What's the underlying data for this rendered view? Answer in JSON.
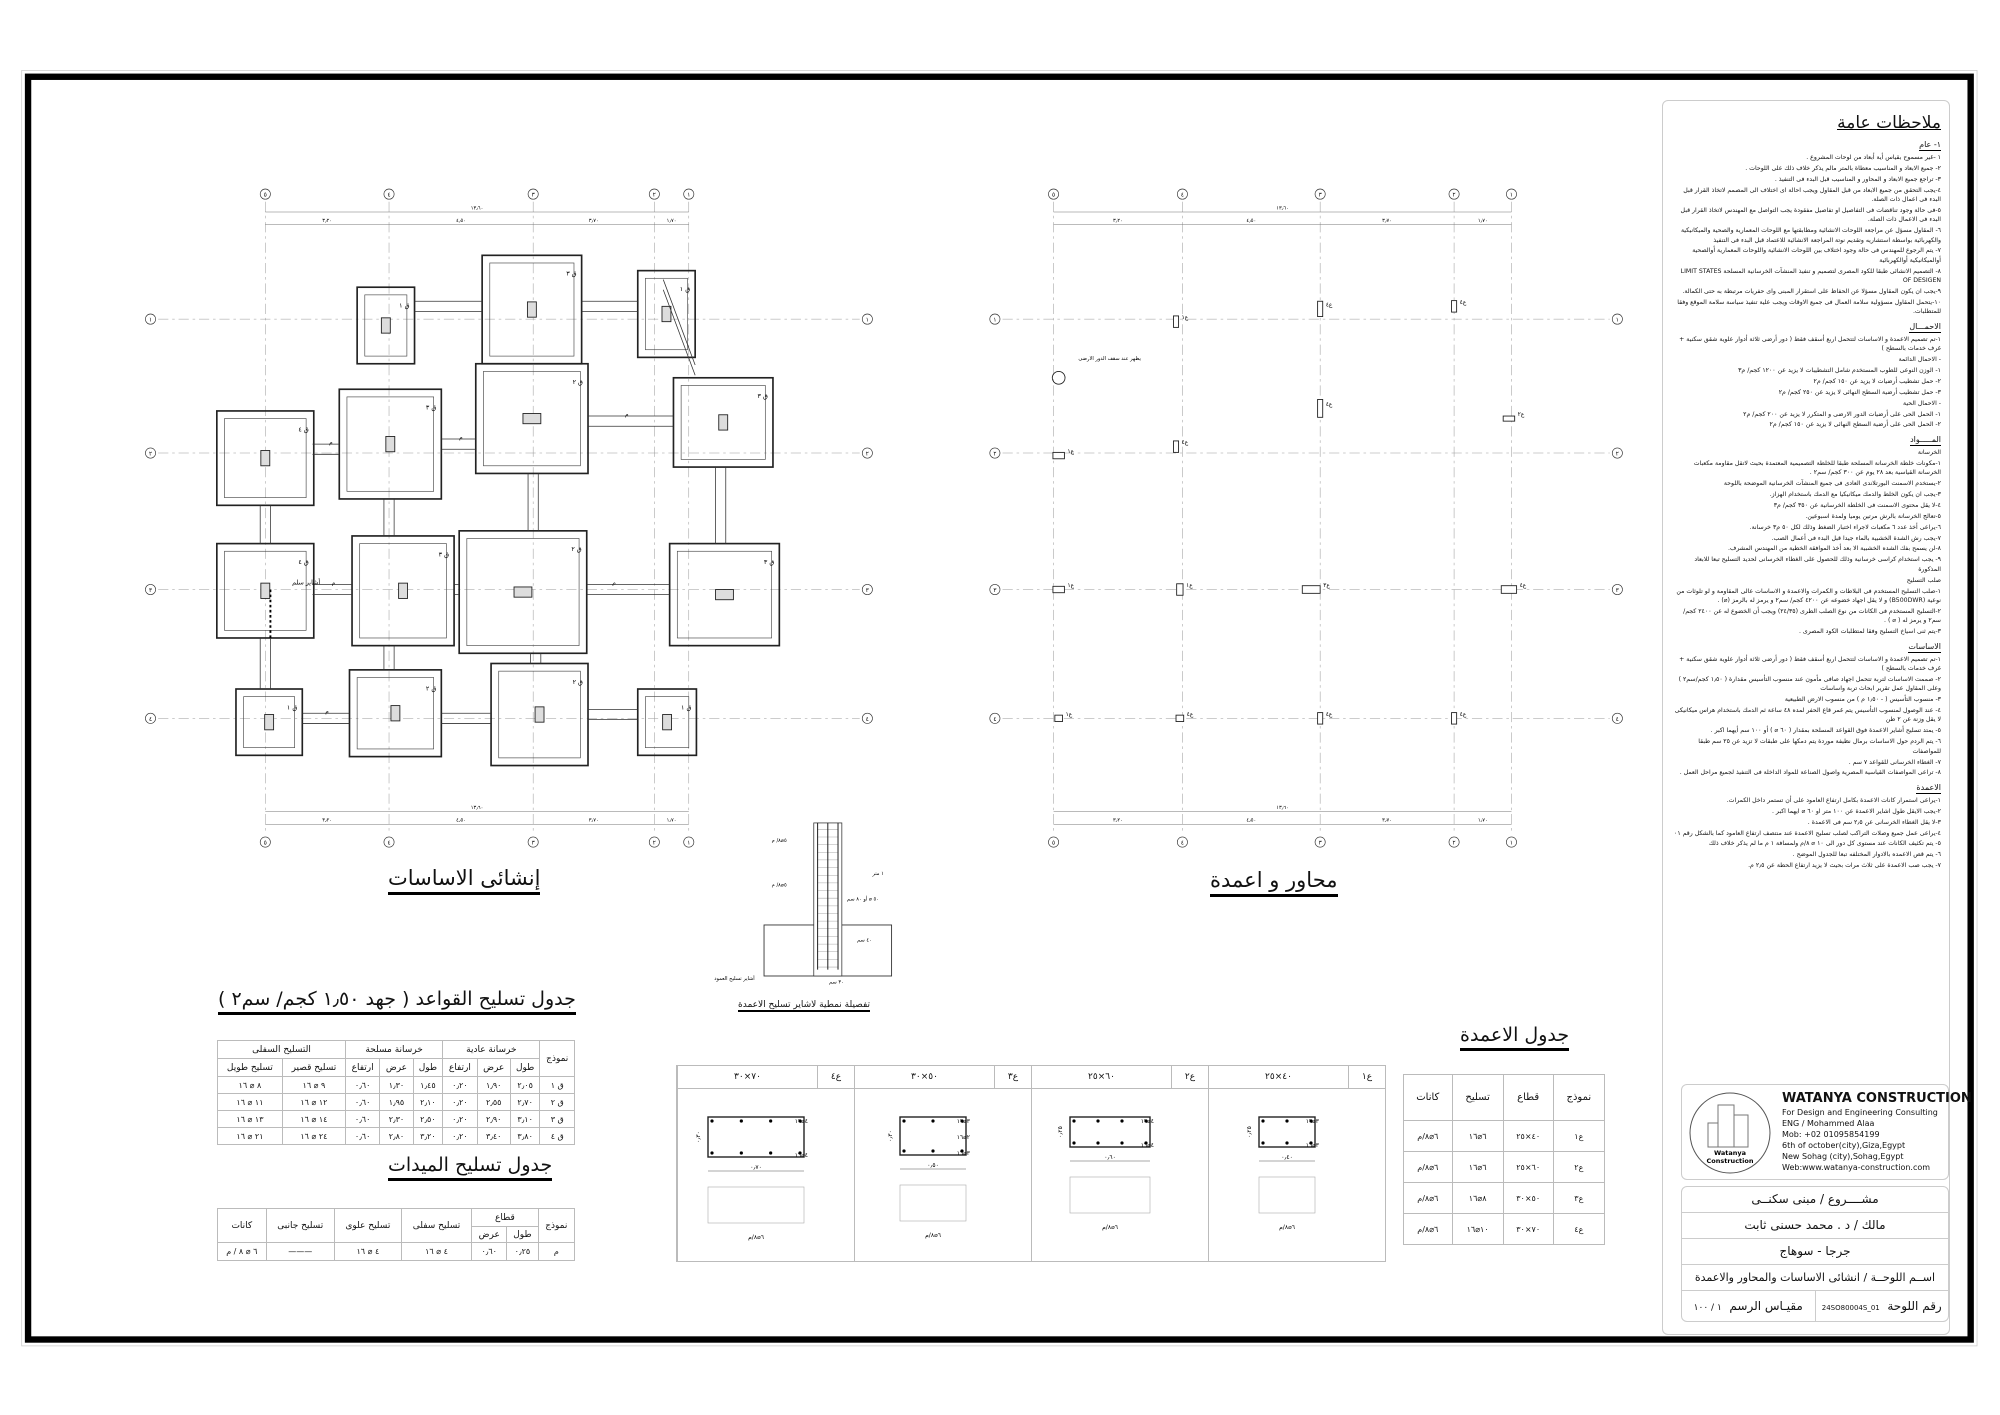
{
  "foundation_plan": {
    "title": "إنشائى الاساسات",
    "grid_x": [
      "٥",
      "٤",
      "٣",
      "٢",
      "١"
    ],
    "grid_y": [
      "١",
      "٢",
      "٣",
      "٤"
    ],
    "dim_total": "١٣٫٦٠",
    "dims": [
      "٣٫٢٠",
      "٤٫٥٠",
      "٣٫٧٠",
      "١٫٧٠"
    ],
    "footing_labels": [
      "ق ١",
      "ق ٣",
      "ق ١",
      "ق ٤",
      "ق ٣",
      "ق ٢",
      "ق ٣",
      "ق ٤",
      "ق ٣",
      "ق ٢",
      "ق ٣",
      "ق ١",
      "ق ٢",
      "ق ٢",
      "ق ١"
    ],
    "beam_label": "م",
    "stair_label": "أشاير سلم"
  },
  "column_plan": {
    "title": "محاور و اعمدة",
    "grid_x": [
      "٥",
      "٤",
      "٣",
      "٢",
      "١"
    ],
    "grid_y": [
      "١",
      "٢",
      "٣",
      "٤"
    ],
    "dim_total": "١٣٫٦٠",
    "dims": [
      "٣٫٢٠",
      "٤٫٥٠",
      "٣٫٧٠",
      "١٫٧٠"
    ],
    "column_labels": [
      "ع١",
      "ع٤",
      "ع٤",
      "ع٤",
      "ع٢",
      "ع١",
      "ع٤",
      "ع١",
      "ع١",
      "ع٣",
      "ع٤",
      "ع١",
      "ع٤",
      "ع٤",
      "ع٤",
      "ع٤"
    ],
    "note": "يظهر عند سقف الدور الارضى"
  },
  "dowel_detail": {
    "title": "تفصيلة نمطية لاشاير تسليح الاعمدة",
    "labels": [
      "٥⌀٨/ م",
      "٥⌀٨/ م",
      "٥٠ ⌀ أو ٨٠ سم",
      "١ متر",
      "٤٠ سم",
      "٣٠ سم",
      "أشاير تسليح العمود"
    ]
  },
  "footing_table": {
    "title": "جدول تسليح القواعد ( جهد ١٫٥٠ كجم/ سم٢ )",
    "group_headers": [
      "نموذج",
      "خرسانة عادية",
      "خرسانة مسلحة",
      "التسليح السفلى"
    ],
    "sub_headers": [
      "طول",
      "عرض",
      "ارتفاع",
      "طول",
      "عرض",
      "ارتفاع",
      "تسليح قصير",
      "تسليح طويل"
    ],
    "rows": [
      [
        "ق ١",
        "٢٫٠٥",
        "١٫٩٠",
        "٠٫٢٠",
        "١٫٤٥",
        "١٫٣٠",
        "٠٫٦٠",
        "٩ ⌀ ١٦",
        "٨ ⌀ ١٦"
      ],
      [
        "ق ٢",
        "٢٫٧٠",
        "٢٫٥٥",
        "٠٫٢٠",
        "٢٫١٠",
        "١٫٩٥",
        "٠٫٦٠",
        "١٢ ⌀ ١٦",
        "١١ ⌀ ١٦"
      ],
      [
        "ق ٣",
        "٣٫١٠",
        "٢٫٩٠",
        "٠٫٢٠",
        "٢٫٥٠",
        "٢٫٣٠",
        "٠٫٦٠",
        "١٤ ⌀ ١٦",
        "١٣ ⌀ ١٦"
      ],
      [
        "ق ٤",
        "٣٫٨٠",
        "٣٫٤٠",
        "٠٫٢٠",
        "٣٫٢٠",
        "٢٫٨٠",
        "٠٫٦٠",
        "٢٤ ⌀ ١٦",
        "٢١ ⌀ ١٦"
      ]
    ]
  },
  "tie_beam_table": {
    "title": "جدول تسليح الميدات",
    "headers": [
      "نموذج",
      "قطاع",
      "تسليح سفلى",
      "تسليح علوى",
      "تسليح جانبى",
      "كانات"
    ],
    "sub_headers": [
      "طول",
      "عرض"
    ],
    "rows": [
      [
        "م",
        "٠٫٢٥",
        "٠٫٦٠",
        "٤ ⌀ ١٦",
        "٤ ⌀ ١٦",
        "———",
        "٦ ⌀ ٨ / م"
      ]
    ]
  },
  "column_sections": [
    {
      "type": "ع١",
      "size": "٤٠×٢٥",
      "width": "٠٫٤٠",
      "depth": "٠٫٢٥",
      "bars": [
        "٣⌀١٦",
        "٣⌀١٦"
      ],
      "stirrups": "٦⌀٨/م"
    },
    {
      "type": "ع٢",
      "size": "٦٠×٢٥",
      "width": "٠٫٦٠",
      "depth": "٠٫٢٥",
      "bars": [
        "٤⌀١٦",
        "٤⌀١٦"
      ],
      "stirrups": "٦⌀٨/م"
    },
    {
      "type": "ع٣",
      "size": "٥٠×٣٠",
      "width": "٠٫٥٠",
      "depth": "٠٫٣٠",
      "bars": [
        "٣⌀١٦",
        "٢⌀١٦",
        "٣⌀١٦"
      ],
      "stirrups": "٦⌀٨/م"
    },
    {
      "type": "ع٤",
      "size": "٧٠×٣٠",
      "width": "٠٫٧٠",
      "depth": "٠٫٣٠",
      "bars": [
        "٤⌀١٦",
        "٤⌀١٦"
      ],
      "stirrups": "٦⌀٨/م"
    }
  ],
  "columns_table": {
    "title": "جدول الاعمدة",
    "headers": [
      "نموذج",
      "قطاع",
      "تسليح",
      "كانات"
    ],
    "rows": [
      [
        "ع١",
        "٤٠×٢٥",
        "٦⌀١٦",
        "٦⌀٨/م"
      ],
      [
        "ع٢",
        "٦٠×٢٥",
        "٦⌀١٦",
        "٦⌀٨/م"
      ],
      [
        "ع٣",
        "٥٠×٣٠",
        "٨⌀١٦",
        "٦⌀٨/م"
      ],
      [
        "ع٤",
        "٧٠×٣٠",
        "١٠⌀١٦",
        "٦⌀٨/م"
      ]
    ]
  },
  "notes": {
    "title": "ملاحظات عامة",
    "sections": [
      {
        "heading": "١- عام",
        "items": [
          "١ -غير مسموح بقياس أية أبعاد من لوحات المشروع .",
          "٢- جميع الابعاد و المناسيب معطاة بالمتر مالم يذكر خلاف ذلك على اللوحات .",
          "٣- تراجع جميع الابعاد و المحاور و المناسيب قبل البدء فى التنفيذ .",
          "٤-يجب التحقق من جميع الابعاد من قبل المقاول ويجب احالة اى اختلاف الى المصمم لاتخاذ القرار قبل البدء فى اعمال ذات الصلة.",
          "٥-فى حالة وجود تناقضات فى التفاصيل او تفاصيل مفقودة يجب التواصل مع المهندس لاتخاذ القرار قبل البدء فى الاعمال ذات الصلة.",
          "٦- المقاول مسؤل عن مراجعة اللوحات الانشائية ومطابقتها مع اللوحات المعمارية والصحية والميكانيكية والكهربائية بواسطة استشاريه وتقديم نوتة المراجعة الانشائية للاعتماد قبل البدء فى التنفيذ",
          "٧- يتم الرجوع للمهندس فى حالة وجود اختلاف بين اللوحات الانشائية واللوحات المعمارية أوالصحية أوالميكانيكية أوالكهربائية",
          "٨- التصميم الانشائى طبقا للكود المصرى لتصميم و تنفيذ المنشآت الخرسانية المسلحة LIMIT STATES OF DESIGEN",
          "٩-يجب ان يكون المقاول مسؤلا عن الحفاظ على استقرار المبنى واى حفريات مرتبطة به حتى الكمالة.",
          "١٠-يتحمل المقاول مسؤولية سلامة العمال فى جميع الاوقات ويجب علية تنفيذ سياسة سلامة الموقع وفقا للمتطلبات."
        ]
      },
      {
        "heading": "الاحمـــال",
        "items": [
          "١-تم تصميم الاعمدة و الاساسات لتتحمل اربع أسقف فقط ( دور أرضى ثلاثة أدوار علوية شقق سكنية + غرف خدمات بالسطح )",
          "- الاحمال الدائمة",
          "١- الوزن النوعى للطوب المستخدم شامل التشطيبات لا يزيد عن ١٢٠٠ كجم/ م٣",
          "٢- حمل تشطيب أرضيات لا يزيد عن ١٥٠ كجم/ م٢",
          "٣- حمل تشطيب أرضية السطح النهائى لا يزيد عن ٢٥٠ كجم/ م٢",
          "- الاحمال الحية",
          "١- الحمل الحى على أرضيات الدور الارضى و المتكرر لا يزيد عن ٢٠٠ كجم/ م٢",
          "٢- الحمل الحى على أرضية السطح النهائى لا يزيد عن ١٥٠ كجم/ م٢"
        ]
      },
      {
        "heading": "المـــــواد",
        "items": [
          "الخرسانة",
          "١-مكونات خلطة الخرسانة المسلحة طبقا للخلطة التصميمية المعتمدة بحيث لاتقل مقاومة مكعبات الخرسانة القياسية بعد ٢٨ يوم عن ٣٠٠ كجم/ سم٢ .",
          "٢-يستخدم الاسمنت البورتلاندى العادى فى جميع المنشآت الخرسانية الموضحة باللوحة",
          "٣-يجب ان يكون الخلط والدمك ميكانيكيا مع الدمك باستخدام الهزاز.",
          "٤-لا يقل محتوى الاسمنت فى الخلطة الخرسانية عن ٣٥٠ كجم/ م٣",
          "٥-تعالج الخرسانة بالرش مرتين يوميا ولمدة اسبوعين.",
          "٦-يراعى أخذ عدد ٦ مكعبات لاجراء اختبار الضغط وذلك لكل ٥٠ م٣ خرسانة.",
          "٧-يجب رش الشدة الخشبية بالماء جيدا قبل البدء فى أعمال الصب.",
          "٨-لن يسمح بفك الشده الخشبية الا بعد أخذ الموافقة الخطية من المهندس المشرف.",
          "٩- يجب استخدام كراسى خرسانية وذلك للحصول على الغطاء الخرسانى لحديد التسليح تبعا للابعاد المذكورة",
          "صلب التسليح",
          "١-صلب التسليح المستخدم فى البلاطات و الكمرات والاعمدة و الاساسات عالى المقاومة و لو تلوثات من نوعية (B500DWR) و لا يقل اجهاد خضوعه عن ٤٢٠٠ كجم/ سم٢ و يرمز له بالرمز (⌀) .",
          "٢-التسليح المستخدم فى الكانات من نوع الصلب الطرى (٢٤/٣٥) ويجب أن الخضوع له عن ٢٤٠٠ كجم/ سم٢ و يرمز له ( ⌀ ) .",
          "٣-يتم ثنى اسياخ التسليح وفقا لمتطلبات الكود المصرى ."
        ]
      },
      {
        "heading": "الاساسات",
        "items": [
          "١-تم تصميم الاعمدة و الاساسات لتتحمل اربع أسقف فقط ( دور أرضى ثلاثة أدوار علوية شقق سكنية + غرف خدمات بالسطح )",
          "٢- صممت الاساسات لتربة تتحمل اجهاد صافى مأمون عند منسوب التأسيس مقدارة ( ١٫٥٠ كجم/سم٢ ) وعلى المقاول عمل تقرير ابحاث تربة واساسات",
          "٣- منسوب التأسيس ( - ١٫٥٠ م ) من منسوب الارض الطبيعية",
          "٤- عند الوصول لمنسوب التأسيس يتم غمر قاع الحفر لمده ٤٨ ساعة ثم الدمك باستخدام هراس ميكانيكى لا يقل وزنة عن ٢ طن",
          "٥- يمتد تسليح أشاير الاعمدة فوق القواعد المسلحة بمقدار ( ٦٠ ⌀ ) أو ١٠٠ سم أيهما اكبر .",
          "٦- يتم الردم حول الاساسات برمال نظيفة موردة يتم دمكها على طبقات لا تزيد عن ٢٥ سم طبقا للمواصفات",
          "٧- الغطاء الخرسانى للقواعد ٧ سم .",
          "٨- تراعى المواصفات القياسية المصرية واصول الصناعة للمواد الداخلة فى التنفيذ لجميع مراحل العمل ."
        ]
      },
      {
        "heading": "الاعمدة",
        "items": [
          "١-يراعى استمرار كانات الاعمدة بكامل ارتفاع العامود على أن تستمر داخل الكمرات.",
          "٢-يجب الايقل طول اشاير الاعمدة عن ١٠٠ متر او ٦٠ ⌀ ايهما اكبر .",
          "٣-لا يقل الغطاء الخرسانى عن ٢٫٥ سم فى الاعمدة .",
          "٤-يراعى عمل جميع وصلات التراكب لصلب تسليح الاعمدة عند منتصف ارتفاع العامود كما بالشكل رقم ٠١",
          "٥- يتم تكثيف الكانات عند مستوى كل دور الى ١٠ ⌀ ٨/م ولمسافة ١ م ما لم يذكر خلاف ذلك",
          "٦- يتم قص الاعمده بالادوار المختلفه تبعا للجدول الموضح .",
          "٧- يجب صب الاعمدة على ثلاث مرات بحيث لا يزيد ارتفاع الحطة عن ٢٫٥ م."
        ]
      }
    ]
  },
  "title_block": {
    "logo_text": [
      "Watanya",
      "Construction"
    ],
    "company": "WATANYA CONSTRUCTION",
    "lines": [
      "For Design and Engineering Consulting",
      "ENG / Mohammed Alaa",
      "Mob: +02 01095854199",
      "6th of october(city),Giza,Egypt",
      "New Sohag (city),Sohag,Egypt",
      "Web:www.watanya-construction.com"
    ],
    "project": "مشــــروع / مبنى سكنــى",
    "owner": "مالك / د . محمد حسنى ثابت",
    "location": "جرجا - سوهاج",
    "sheet_name": "اســم اللوحــة / انشائى الاساسات والمحاور والاعمدة",
    "sheet_no_label": "رقم اللوحة",
    "sheet_no": "24SO80004S_01",
    "scale_label": "مقيـاس الرسم",
    "scale": "١ / ١٠٠"
  }
}
